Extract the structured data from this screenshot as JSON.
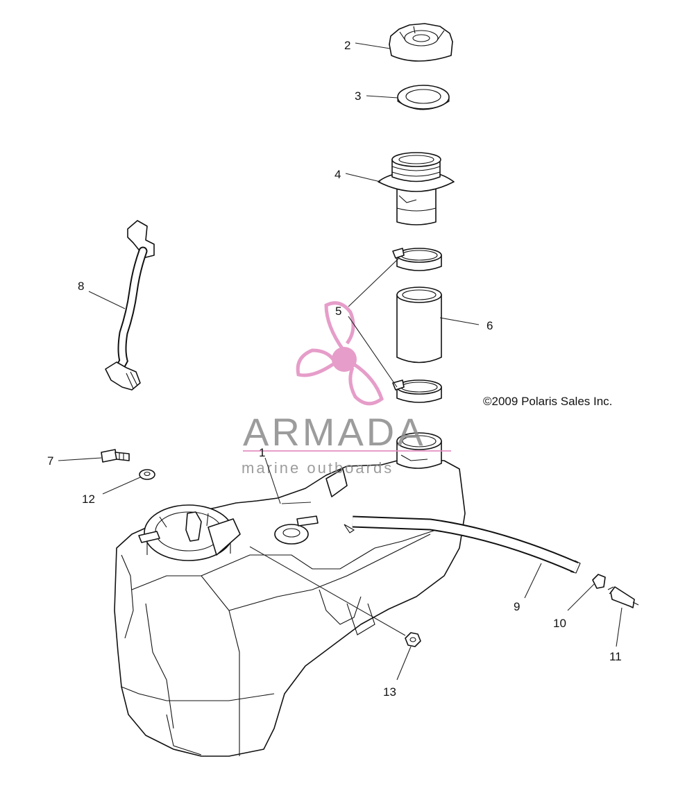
{
  "copyright": "©2009 Polaris Sales Inc.",
  "watermark": {
    "brand": "ARMADA",
    "tagline": "marine outboards",
    "accent_color": "#e28cc0"
  },
  "callouts": {
    "c1": "1",
    "c2": "2",
    "c3": "3",
    "c4": "4",
    "c5": "5",
    "c6": "6",
    "c7": "7",
    "c8": "8",
    "c9": "9",
    "c10": "10",
    "c11": "11",
    "c12": "12",
    "c13": "13"
  }
}
